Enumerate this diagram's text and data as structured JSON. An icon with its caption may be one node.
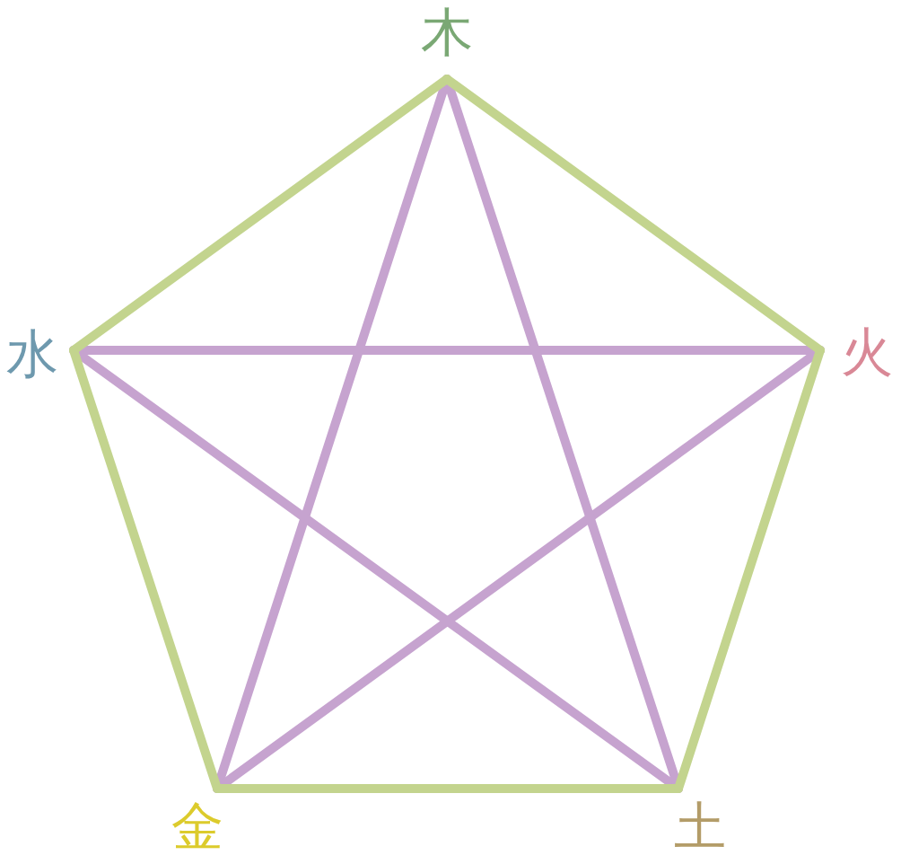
{
  "diagram": {
    "nodes": [
      {
        "text": [
          "木"
        ]
      },
      {
        "text": [
          "水"
        ]
      },
      {
        "text": [
          "火"
        ]
      },
      {
        "text": [
          "金"
        ]
      },
      {
        "text": [
          "土"
        ]
      }
    ],
    "edges": [
      {
        "from": 0,
        "to": 2,
        "arrow": "none",
        "color": "#c3d48e"
      },
      {
        "from": 2,
        "to": 4,
        "arrow": "none",
        "color": "#c3d48e"
      },
      {
        "from": 4,
        "to": 3,
        "arrow": "none",
        "color": "#c3d48e"
      },
      {
        "from": 3,
        "to": 1,
        "arrow": "none",
        "color": "#c3d48e"
      },
      {
        "from": 1,
        "to": 0,
        "arrow": "none",
        "color": "#c3d48e"
      },
      {
        "from": 0,
        "to": 4,
        "arrow": "none",
        "color": "#c6a3cf"
      },
      {
        "from": 4,
        "to": 1,
        "arrow": "none",
        "color": "#c6a3cf"
      },
      {
        "from": 1,
        "to": 2,
        "arrow": "none",
        "color": "#c6a3cf"
      },
      {
        "from": 2,
        "to": 3,
        "arrow": "none",
        "color": "#c6a3cf"
      },
      {
        "from": 3,
        "to": 0,
        "arrow": "none",
        "color": "#c6a3cf"
      }
    ]
  }
}
